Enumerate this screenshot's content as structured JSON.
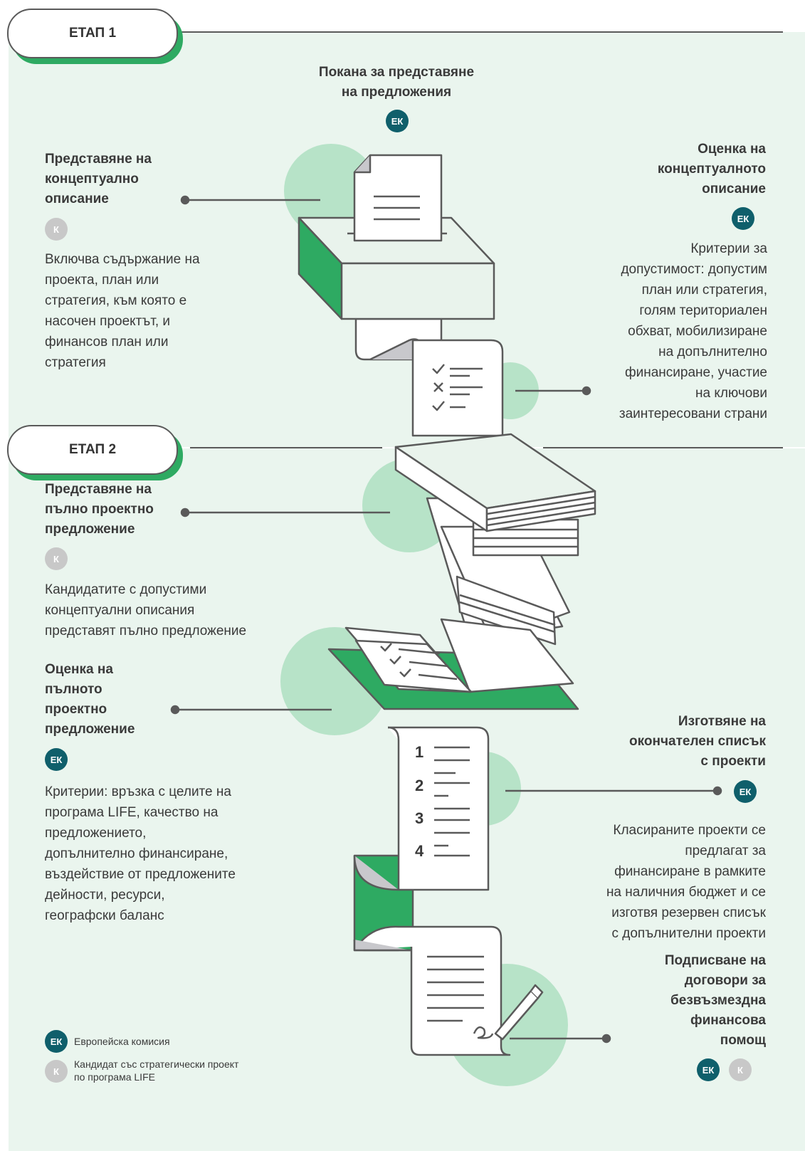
{
  "colors": {
    "green": "#2eaa62",
    "light_green_bg": "#eaf5ee",
    "circle_green": "#b7e3c8",
    "dark_teal": "#0f5f6b",
    "grey_badge": "#c8c8c8",
    "line": "#5a5a5a"
  },
  "stages": {
    "stage1": "ЕТАП 1",
    "stage2": "ЕТАП 2"
  },
  "badges": {
    "ek": "ЕК",
    "k": "К"
  },
  "steps": {
    "call": {
      "title_line1": "Покана за представяне",
      "title_line2": "на предложения"
    },
    "concept_submit": {
      "title": [
        "Представяне на",
        "концептуално",
        "описание"
      ],
      "body": [
        "Включва съдържание на",
        "проекта, план или",
        "стратегия, към която е",
        "насочен проектът, и",
        "финансов план или",
        "стратегия"
      ]
    },
    "concept_eval": {
      "title": [
        "Оценка на",
        "концептуалното",
        "описание"
      ],
      "body": [
        "Критерии за",
        "допустимост: допустим",
        "план или стратегия,",
        "голям териториален",
        "обхват, мобилизиране",
        "на допълнително",
        "финансиране, участие",
        "на ключови",
        "заинтересовани страни"
      ]
    },
    "full_submit": {
      "title": [
        "Представяне на",
        "пълно проектно",
        "предложение"
      ],
      "body": [
        "Кандидатите с допустими",
        "концептуални описания",
        "представят пълно предложение"
      ]
    },
    "full_eval": {
      "title": [
        "Оценка на",
        "пълното",
        "проектно",
        "предложение"
      ],
      "body": [
        "Критерии: връзка с целите на",
        "програма LIFE, качество на",
        "предложението,",
        "допълнително финансиране,",
        "въздействие от предложените",
        "дейности, ресурси,",
        "географски баланс"
      ]
    },
    "final_list": {
      "title": [
        "Изготвяне на",
        "окончателен списък",
        "с проекти"
      ],
      "body": [
        "Класираните проекти се",
        "предлагат за",
        "финансиране в рамките",
        "на наличния бюджет и се",
        "изготвя резервен списък",
        "с допълнителни проекти"
      ]
    },
    "contracts": {
      "title": [
        "Подписване на",
        "договори за",
        "безвъзмездна",
        "финансова",
        "помощ"
      ]
    }
  },
  "ranking_numbers": [
    "1",
    "2",
    "3",
    "4"
  ],
  "legend": {
    "ek_text": "Европейска комисия",
    "k_text_line1": "Кандидат със стратегически проект",
    "k_text_line2": "по програма LIFE"
  },
  "icons": [
    "ballot-box-icon",
    "checklist-icon",
    "stack-of-documents-icon",
    "open-book-icon",
    "ranked-list-icon",
    "signed-contract-icon",
    "pen-icon"
  ]
}
